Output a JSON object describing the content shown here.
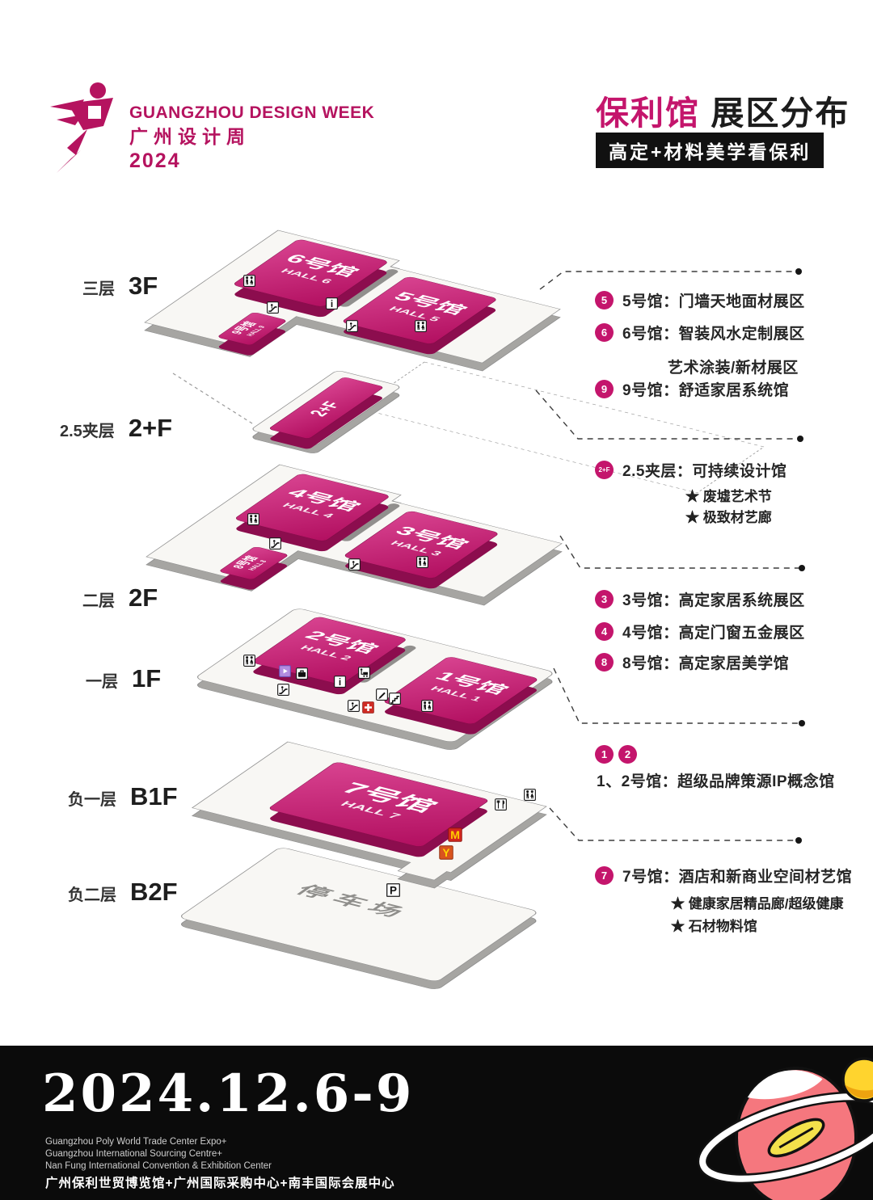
{
  "header": {
    "brand": {
      "en": "GUANGZHOU DESIGN WEEK",
      "cn": "广州设计周",
      "year": "2024"
    },
    "title": {
      "highlight": "保利馆",
      "rest": "展区分布"
    },
    "banner": "高定+材料美学看保利"
  },
  "map": {
    "floors": [
      {
        "key": "3F",
        "label_cn": "三层",
        "label_en": "3F",
        "halls": [
          {
            "cn": "6号馆",
            "en": "HALL 6"
          },
          {
            "cn": "5号馆",
            "en": "HALL 5"
          },
          {
            "cn": "9号馆",
            "en": "HALL 9"
          }
        ]
      },
      {
        "key": "2+F",
        "label_cn": "2.5夹层",
        "label_en": "2+F",
        "halls": [
          {
            "cn": "2+F",
            "en": ""
          }
        ]
      },
      {
        "key": "2F",
        "label_cn": "二层",
        "label_en": "2F",
        "halls": [
          {
            "cn": "4号馆",
            "en": "HALL 4"
          },
          {
            "cn": "3号馆",
            "en": "HALL 3"
          },
          {
            "cn": "8号馆",
            "en": "HALL 8"
          }
        ]
      },
      {
        "key": "1F",
        "label_cn": "一层",
        "label_en": "1F",
        "halls": [
          {
            "cn": "2号馆",
            "en": "HALL 2"
          },
          {
            "cn": "1号馆",
            "en": "HALL 1"
          }
        ]
      },
      {
        "key": "B1F",
        "label_cn": "负一层",
        "label_en": "B1F",
        "halls": [
          {
            "cn": "7号馆",
            "en": "HALL 7"
          }
        ]
      },
      {
        "key": "B2F",
        "label_cn": "负二层",
        "label_en": "B2F",
        "halls": [],
        "parking_label": "停车场",
        "parking_sign": "P"
      }
    ],
    "icons": {
      "info_glyph": "i",
      "mcdonalds_glyph": "M",
      "brand_glyph": "Y",
      "parking_glyph": "P"
    }
  },
  "legend": {
    "groups": [
      {
        "rows": [
          {
            "badge": "5",
            "text": "5号馆：门墙天地面材展区"
          },
          {
            "badge": "6",
            "text": "6号馆：智装风水定制展区"
          },
          {
            "badge": "",
            "text": "艺术涂装/新材展区"
          },
          {
            "badge": "9",
            "text": "9号馆：舒适家居系统馆"
          }
        ]
      },
      {
        "rows": [
          {
            "badge": "2+F",
            "text": "2.5夹层：可持续设计馆"
          }
        ],
        "subs": [
          "★ 废墟艺术节",
          "★ 极致材艺廊"
        ]
      },
      {
        "rows": [
          {
            "badge": "3",
            "text": "3号馆：高定家居系统展区"
          },
          {
            "badge": "4",
            "text": "4号馆：高定门窗五金展区"
          },
          {
            "badge": "8",
            "text": "8号馆：高定家居美学馆"
          }
        ]
      },
      {
        "badges": [
          "1",
          "2"
        ],
        "rows": [
          {
            "badge": "",
            "text": "1、2号馆：超级品牌策源IP概念馆"
          }
        ]
      },
      {
        "rows": [
          {
            "badge": "7",
            "text": "7号馆：酒店和新商业空间材艺馆"
          }
        ],
        "subs": [
          "★ 健康家居精品廊/超级健康",
          "★ 石材物料馆"
        ]
      }
    ]
  },
  "footer": {
    "date": "2024.12.6-9",
    "venues_en": [
      "Guangzhou Poly World Trade Center Expo+",
      "Guangzhou International Sourcing Centre+",
      "Nan Fung International Convention & Exhibition Center"
    ],
    "venues_cn": "广州保利世贸博览馆+广州国际采购中心+南丰国际会展中心"
  },
  "colors": {
    "accent": "#C4156C",
    "hall_top": "#C21E6F",
    "hall_side": "#8C0D4E",
    "banner_bg": "#111111"
  }
}
